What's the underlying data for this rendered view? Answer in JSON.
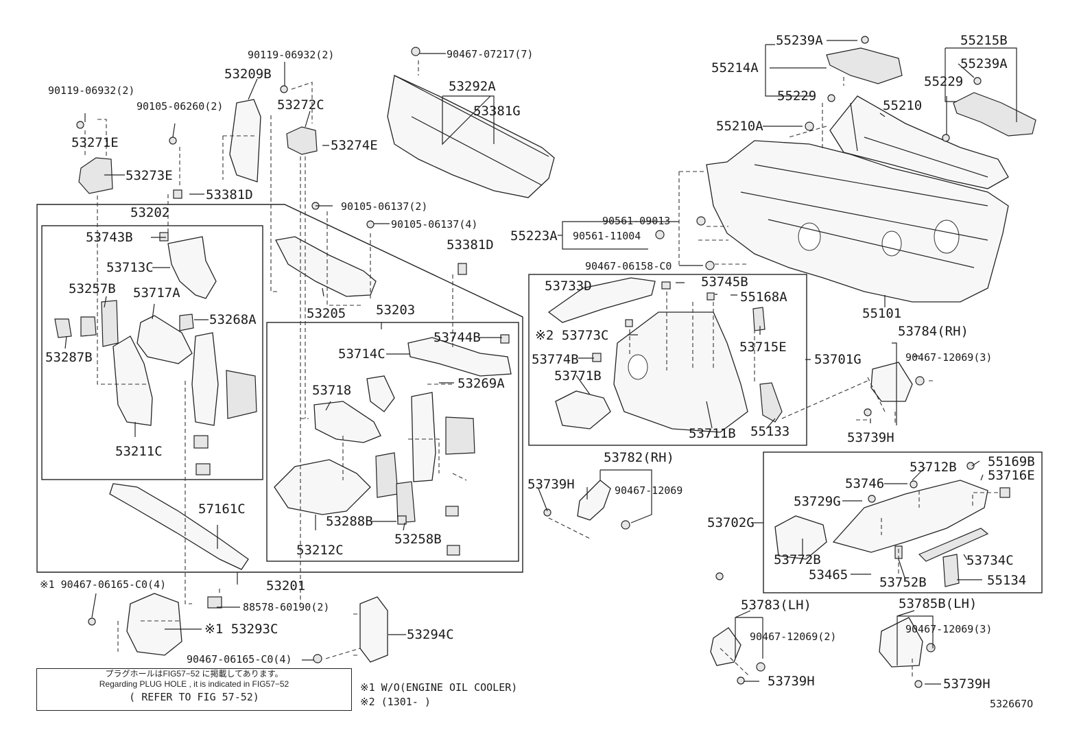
{
  "diagram_id": "532667O",
  "notes": {
    "plug_jp": "プラグホールはFIG57−52 に掲載してあります。",
    "plug_en": "Regarding  PLUG HOLE , it is indicated in FIG57−52",
    "refer": "( REFER TO FIG 57-52)",
    "foot1": "※1 W/O(ENGINE OIL COOLER)",
    "foot2": "※2 (1301-     )"
  },
  "labels": {
    "p90119_06932_a": "90119-06932(2)",
    "p90119_06932_b": "90119-06932(2)",
    "p53209B": "53209B",
    "p90105_06260": "90105-06260(2)",
    "p53272C": "53272C",
    "p53274E": "53274E",
    "p53271E": "53271E",
    "p53273E": "53273E",
    "p53381D_a": "53381D",
    "p53381D_b": "53381D",
    "p90467_07217": "90467-07217(7)",
    "p53292A": "53292A",
    "p53381G": "53381G",
    "p90105_06137_2": "90105-06137(2)",
    "p90105_06137_4": "90105-06137(4)",
    "p53202": "53202",
    "p53743B": "53743B",
    "p53713C": "53713C",
    "p53257B": "53257B",
    "p53717A": "53717A",
    "p53268A": "53268A",
    "p53287B": "53287B",
    "p53211C": "53211C",
    "p53205": "53205",
    "p53203": "53203",
    "p53744B": "53744B",
    "p53714C": "53714C",
    "p53718": "53718",
    "p53269A": "53269A",
    "p53288B": "53288B",
    "p53258B": "53258B",
    "p53212C": "53212C",
    "p57161C": "57161C",
    "p53201": "53201",
    "p90467_06165_a": "※1 90467-06165-C0(4)",
    "p88578": "88578-60190(2)",
    "p53293C": "※1 53293C",
    "p90467_06165_b": "90467-06165-C0(4)",
    "p53294C": "53294C",
    "p55239A_a": "55239A",
    "p55214A": "55214A",
    "p55229_a": "55229",
    "p55215B": "55215B",
    "p55239A_b": "55239A",
    "p55229_b": "55229",
    "p55210": "55210",
    "p55210A": "55210A",
    "p90561_09013": "90561-09013",
    "p55223A": "55223A",
    "p90561_11004": "90561-11004",
    "p90467_06158": "90467-06158-C0",
    "p55101": "55101",
    "p53733D": "53733D",
    "p53745B": "53745B",
    "p55168A": "55168A",
    "p53773C": "※2 53773C",
    "p53715E": "53715E",
    "p53774B": "53774B",
    "p53771B": "53771B",
    "p53701G": "53701G",
    "p53711B": "53711B",
    "p55133": "55133",
    "p53784": "53784(RH)",
    "p90467_12069_3a": "90467-12069(3)",
    "p53739H_a": "53739H",
    "p53782": "53782(RH)",
    "p53739H_b": "53739H",
    "p90467_12069": "90467-12069",
    "p53712B": "53712B",
    "p55169B": "55169B",
    "p53746": "53746",
    "p53716E": "53716E",
    "p53729G": "53729G",
    "p53702G": "53702G",
    "p53772B": "53772B",
    "p53734C": "53734C",
    "p53465": "53465",
    "p53752B": "53752B",
    "p55134": "55134",
    "p53783": "53783(LH)",
    "p90467_12069_2": "90467-12069(2)",
    "p53739H_c": "53739H",
    "p53785B": "53785B(LH)",
    "p90467_12069_3b": "90467-12069(3)",
    "p53739H_d": "53739H"
  }
}
